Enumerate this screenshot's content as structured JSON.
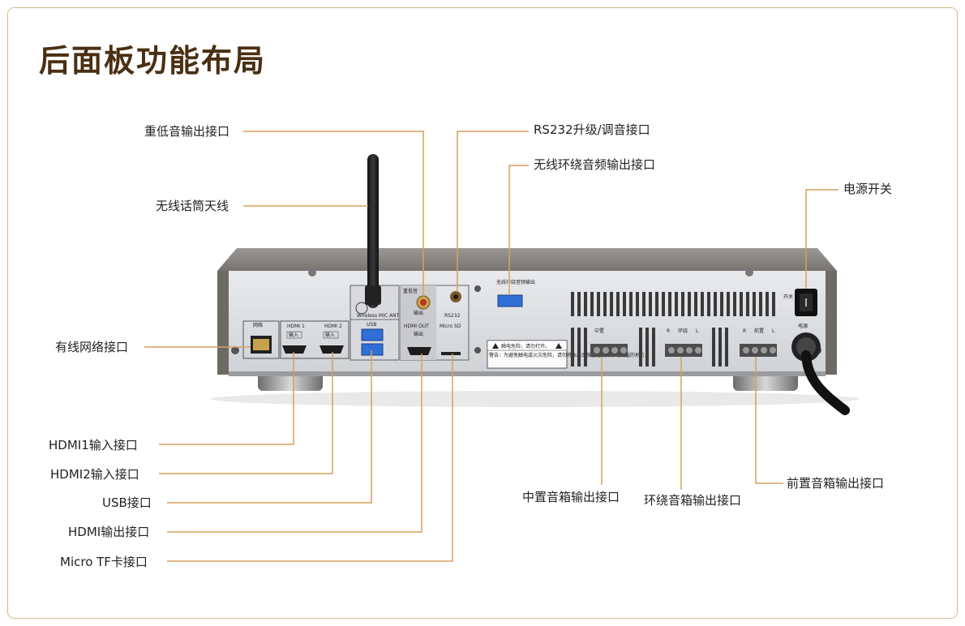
{
  "title": "后面板功能布局",
  "labels": {
    "subwoofer": "重低音输出接口",
    "rs232": "RS232升级/调音接口",
    "wireless_surround": "无线环绕音频输出接口",
    "antenna": "无线话筒天线",
    "power_switch": "电源开关",
    "ethernet": "有线网络接口",
    "hdmi1": "HDMI1输入接口",
    "hdmi2": "HDMI2输入接口",
    "usb": "USB接口",
    "hdmi_out": "HDMI输出接口",
    "micro_tf": "Micro TF卡接口",
    "center": "中置音箱输出接口",
    "surround": "环绕音箱输出接口",
    "front": "前置音箱输出接口"
  },
  "panel": {
    "lan": "网络",
    "hdmi1": "HDMI 1",
    "hdmi2": "HDMI 2",
    "input": "输入",
    "usb": "USB",
    "wireless_mic_ant": "Wireless MIC ANT",
    "sub": "重低音",
    "output": "输出",
    "hdmi_out": "HDMI OUT",
    "rs232": "RS232",
    "micro_sd": "Micro SD",
    "wireless_surround_out": "无线环绕音频输出",
    "warning_title": "触电危险，请勿打开。",
    "warning_text": "警告：为避免触电或火灾危险，请勿将本产品放置在有雨水或潮湿的地方。",
    "center": "中置",
    "surround": "环绕",
    "front": "前置",
    "r": "R",
    "l": "L",
    "power": "电源",
    "switch": "开关"
  },
  "colors": {
    "line": "#d6a25c",
    "title": "#4a2f12",
    "frame": "#d9b88a",
    "chassis": "#dfe1e4",
    "usb_blue": "#2f6fd6"
  }
}
